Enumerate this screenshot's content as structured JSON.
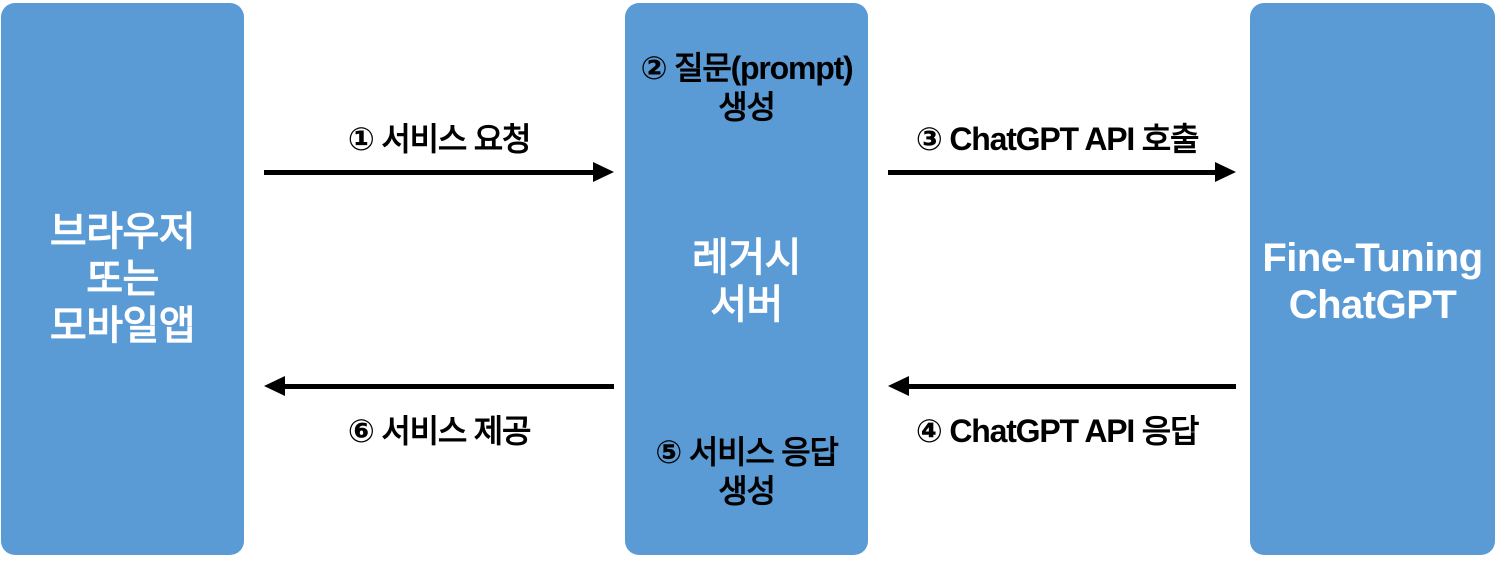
{
  "diagram": {
    "title": "ChatGPT Fine-Tuning service flow diagram",
    "accent_color": "#5B9BD5",
    "line_color": "#000000",
    "node_text_color": "#FFFFFF",
    "label_text_color": "#000000",
    "background_color": "#FFFFFF"
  },
  "nodes": {
    "browser": {
      "title": "브라우저\n또는\n모바일앱"
    },
    "legacy_server": {
      "step_prompt": "② 질문(prompt)\n생성",
      "title": "레거시\n서버",
      "step_response": "⑤ 서비스 응답\n생성"
    },
    "chatgpt": {
      "title": "Fine-Tuning\nChatGPT"
    }
  },
  "arrows": [
    {
      "id": "service-request",
      "label": "① 서비스 요청",
      "direction": "right",
      "from": "browser",
      "to": "legacy_server"
    },
    {
      "id": "api-call",
      "label": "③ ChatGPT API 호출",
      "direction": "right",
      "from": "legacy_server",
      "to": "chatgpt"
    },
    {
      "id": "api-response",
      "label": "④ ChatGPT API 응답",
      "direction": "left",
      "from": "chatgpt",
      "to": "legacy_server"
    },
    {
      "id": "service-provide",
      "label": "⑥ 서비스 제공",
      "direction": "left",
      "from": "legacy_server",
      "to": "browser"
    }
  ]
}
